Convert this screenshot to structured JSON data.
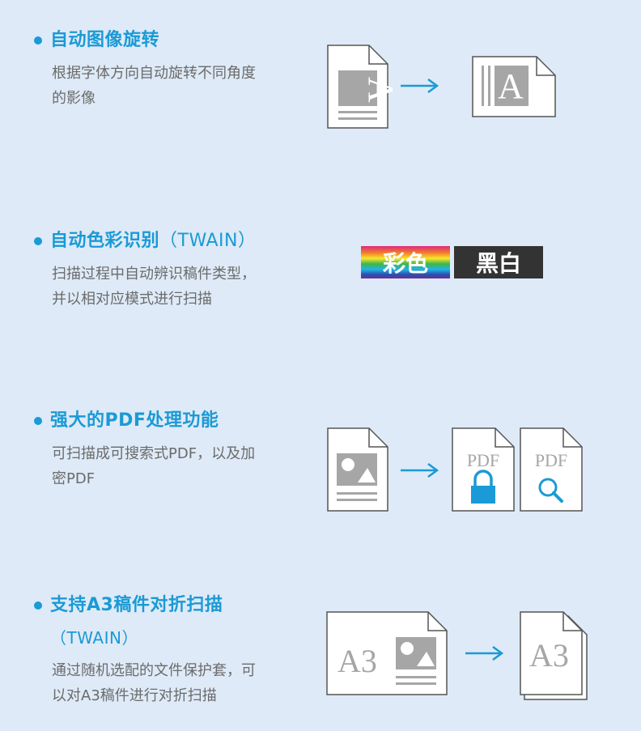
{
  "colors": {
    "accent": "#1a9ad6",
    "text": "#6b6b6b",
    "background": "#deeaf7",
    "document_gray": "#a6a6a6",
    "badge_dark": "#333333"
  },
  "features": [
    {
      "title": "自动图像旋转",
      "desc_lines": [
        "根据字体方向自动旋转不同角度",
        "的影像"
      ],
      "icons": [
        "rotated-document-icon",
        "arrow-right-icon",
        "upright-document-icon"
      ],
      "doc_letter": "A"
    },
    {
      "title": "自动色彩识别",
      "title_suffix": "（TWAIN）",
      "desc_lines": [
        "扫描过程中自动辨识稿件类型，",
        "并以相对应模式进行扫描"
      ],
      "badge_color_label": "彩色",
      "badge_bw_label": "黑白"
    },
    {
      "title": "强大的PDF处理功能",
      "desc_lines": [
        "可扫描成可搜索式PDF，以及加",
        "密PDF"
      ],
      "icons": [
        "image-document-icon",
        "arrow-right-icon",
        "pdf-lock-icon",
        "pdf-search-icon"
      ],
      "pdf_label": "PDF"
    },
    {
      "title": "支持A3稿件对折扫描",
      "title_line2": "（TWAIN）",
      "desc_lines": [
        "通过随机选配的文件保护套，可",
        "以对A3稿件进行对折扫描"
      ],
      "icons": [
        "a3-document-icon",
        "arrow-right-icon",
        "folded-a3-document-icon"
      ],
      "a3_label": "A3"
    }
  ]
}
